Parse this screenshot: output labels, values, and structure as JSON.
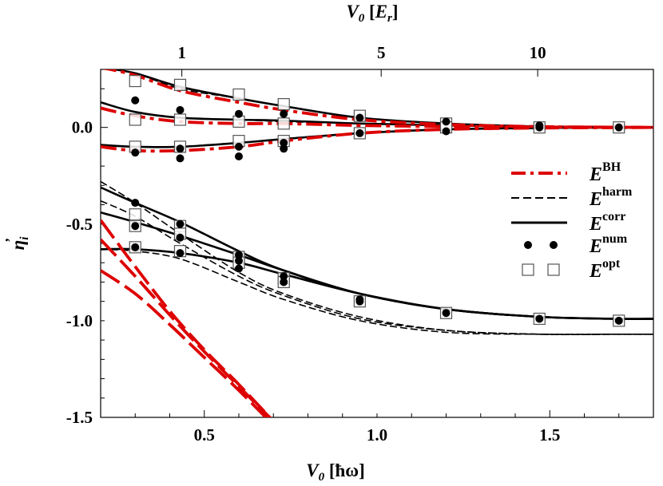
{
  "chart_data": {
    "type": "line",
    "title": "",
    "xlabel": "V",
    "xlabel_sub": "0",
    "xlabel_unit": " [ħω]",
    "ylabel": "η",
    "ylabel_sub": "i",
    "ylabel_prime": "’",
    "top_xlabel": "V",
    "top_xlabel_sub": "0",
    "top_xlabel_unit_open": " [",
    "top_xlabel_unit_var": "E",
    "top_xlabel_unit_sub": "r",
    "top_xlabel_unit_close": "]",
    "xlim": [
      0.2,
      1.8
    ],
    "ylim": [
      -1.5,
      0.3
    ],
    "x_ticks": [
      "0.5",
      "1.0",
      "1.5"
    ],
    "y_ticks": [
      "0.0",
      "-0.5",
      "-1.0",
      "-1.5"
    ],
    "top_ticks": [
      {
        "label": "1",
        "x": 0.435
      },
      {
        "label": "5",
        "x": 1.012
      },
      {
        "label": "10",
        "x": 1.465
      }
    ],
    "grid": false,
    "legend_position": "right-middle",
    "legend": [
      {
        "base": "E",
        "sup": "BH",
        "style": "red-dashdot"
      },
      {
        "base": "E",
        "sup": "harm",
        "style": "black-dashed"
      },
      {
        "base": "E",
        "sup": "corr",
        "style": "black-solid"
      },
      {
        "base": "E",
        "sup": "num",
        "style": "filled-dot"
      },
      {
        "base": "E",
        "sup": "opt",
        "style": "open-square"
      }
    ],
    "colors": {
      "bh": "#dd0000",
      "black": "#000000"
    },
    "series": [
      {
        "group": "corr",
        "x": [
          0.2,
          0.3,
          0.43,
          0.6,
          0.73,
          0.95,
          1.2,
          1.47,
          1.7,
          1.8
        ],
        "y": [
          0.31,
          0.28,
          0.21,
          0.15,
          0.11,
          0.05,
          0.02,
          0.005,
          0.002,
          0.0
        ]
      },
      {
        "group": "corr",
        "x": [
          0.2,
          0.3,
          0.43,
          0.6,
          0.73,
          0.95,
          1.2,
          1.47,
          1.7,
          1.8
        ],
        "y": [
          0.13,
          0.08,
          0.05,
          0.04,
          0.035,
          0.02,
          0.01,
          0.003,
          0.001,
          0.0
        ]
      },
      {
        "group": "corr",
        "x": [
          0.2,
          0.3,
          0.43,
          0.6,
          0.73,
          0.95,
          1.2,
          1.47,
          1.7,
          1.8
        ],
        "y": [
          -0.09,
          -0.1,
          -0.1,
          -0.08,
          -0.06,
          -0.03,
          -0.01,
          -0.003,
          -0.001,
          0.0
        ]
      },
      {
        "group": "harm",
        "x": [
          0.2,
          0.3,
          0.43,
          0.6,
          0.73,
          0.95,
          1.2,
          1.47,
          1.7,
          1.8
        ],
        "y": [
          0.31,
          0.28,
          0.2,
          0.15,
          0.11,
          0.05,
          0.02,
          0.005,
          0.002,
          0.0
        ]
      },
      {
        "group": "harm",
        "x": [
          0.2,
          0.3,
          0.43,
          0.6,
          0.73,
          0.95,
          1.2,
          1.47,
          1.7,
          1.8
        ],
        "y": [
          0.13,
          0.08,
          0.05,
          0.04,
          0.03,
          0.02,
          0.01,
          0.003,
          0.001,
          0.0
        ]
      },
      {
        "group": "harm",
        "x": [
          0.2,
          0.3,
          0.43,
          0.6,
          0.73,
          0.95,
          1.2,
          1.47,
          1.7,
          1.8
        ],
        "y": [
          -0.09,
          -0.1,
          -0.1,
          -0.08,
          -0.06,
          -0.03,
          -0.01,
          -0.003,
          -0.001,
          0.0
        ]
      },
      {
        "group": "bh",
        "x": [
          0.2,
          0.3,
          0.43,
          0.6,
          0.73,
          0.95,
          1.2,
          1.47,
          1.7,
          1.8
        ],
        "y": [
          0.31,
          0.27,
          0.19,
          0.13,
          0.09,
          0.04,
          0.015,
          0.004,
          0.001,
          0.0
        ]
      },
      {
        "group": "bh",
        "x": [
          0.2,
          0.3,
          0.43,
          0.6,
          0.73,
          0.95,
          1.2,
          1.47,
          1.7,
          1.8
        ],
        "y": [
          0.1,
          0.06,
          0.03,
          0.02,
          0.02,
          0.01,
          0.005,
          0.002,
          0.001,
          0.0
        ]
      },
      {
        "group": "bh",
        "x": [
          0.2,
          0.3,
          0.43,
          0.6,
          0.73,
          0.95,
          1.2,
          1.47,
          1.7,
          1.8
        ],
        "y": [
          -0.1,
          -0.12,
          -0.12,
          -0.1,
          -0.07,
          -0.03,
          -0.01,
          -0.003,
          -0.001,
          0.0
        ]
      },
      {
        "group": "corr",
        "x": [
          0.2,
          0.3,
          0.43,
          0.6,
          0.73,
          0.95,
          1.2,
          1.47,
          1.7,
          1.8
        ],
        "y": [
          -0.31,
          -0.39,
          -0.49,
          -0.64,
          -0.74,
          -0.86,
          -0.94,
          -0.98,
          -0.99,
          -0.99
        ]
      },
      {
        "group": "corr",
        "x": [
          0.2,
          0.3,
          0.43,
          0.6,
          0.73,
          0.95,
          1.2,
          1.47,
          1.7,
          1.8
        ],
        "y": [
          -0.44,
          -0.49,
          -0.56,
          -0.66,
          -0.74,
          -0.86,
          -0.94,
          -0.98,
          -0.99,
          -0.99
        ]
      },
      {
        "group": "corr",
        "x": [
          0.2,
          0.3,
          0.43,
          0.6,
          0.73,
          0.95,
          1.2,
          1.47,
          1.7,
          1.8
        ],
        "y": [
          -0.63,
          -0.63,
          -0.65,
          -0.7,
          -0.76,
          -0.86,
          -0.94,
          -0.98,
          -0.99,
          -0.99
        ]
      },
      {
        "group": "harm",
        "x": [
          0.2,
          0.3,
          0.43,
          0.6,
          0.73,
          0.95,
          1.2,
          1.47,
          1.7,
          1.8
        ],
        "y": [
          -0.28,
          -0.39,
          -0.55,
          -0.75,
          -0.86,
          -0.98,
          -1.05,
          -1.07,
          -1.07,
          -1.07
        ]
      },
      {
        "group": "harm",
        "x": [
          0.2,
          0.3,
          0.43,
          0.6,
          0.73,
          0.95,
          1.2,
          1.47,
          1.7,
          1.8
        ],
        "y": [
          -0.38,
          -0.46,
          -0.6,
          -0.77,
          -0.87,
          -0.99,
          -1.05,
          -1.07,
          -1.07,
          -1.07
        ]
      },
      {
        "group": "harm",
        "x": [
          0.2,
          0.3,
          0.43,
          0.6,
          0.73,
          0.95,
          1.2,
          1.47,
          1.7,
          1.8
        ],
        "y": [
          -0.63,
          -0.64,
          -0.68,
          -0.8,
          -0.89,
          -1.0,
          -1.06,
          -1.07,
          -1.07,
          -1.07
        ]
      },
      {
        "group": "bh",
        "x": [
          0.2,
          0.3,
          0.4,
          0.5,
          0.6,
          0.7
        ],
        "y": [
          -0.48,
          -0.72,
          -0.95,
          -1.15,
          -1.33,
          -1.52
        ]
      },
      {
        "group": "bh",
        "x": [
          0.2,
          0.3,
          0.4,
          0.5,
          0.6,
          0.7
        ],
        "y": [
          -0.58,
          -0.77,
          -0.97,
          -1.16,
          -1.34,
          -1.52
        ]
      },
      {
        "group": "bh",
        "x": [
          0.2,
          0.3,
          0.4,
          0.5,
          0.6,
          0.7
        ],
        "y": [
          -0.74,
          -0.86,
          -1.02,
          -1.19,
          -1.36,
          -1.54
        ]
      }
    ],
    "points_num": [
      [
        0.3,
        0.14
      ],
      [
        0.3,
        -0.13
      ],
      [
        0.43,
        0.09
      ],
      [
        0.43,
        -0.11
      ],
      [
        0.43,
        -0.16
      ],
      [
        0.6,
        0.07
      ],
      [
        0.6,
        -0.1
      ],
      [
        0.6,
        -0.15
      ],
      [
        0.73,
        0.07
      ],
      [
        0.73,
        -0.08
      ],
      [
        0.73,
        -0.11
      ],
      [
        0.95,
        0.05
      ],
      [
        0.95,
        -0.03
      ],
      [
        1.2,
        0.03
      ],
      [
        1.2,
        -0.02
      ],
      [
        1.47,
        0.0
      ],
      [
        1.47,
        0.01
      ],
      [
        1.7,
        0.0
      ],
      [
        0.3,
        -0.39
      ],
      [
        0.3,
        -0.51
      ],
      [
        0.3,
        -0.62
      ],
      [
        0.43,
        -0.5
      ],
      [
        0.43,
        -0.57
      ],
      [
        0.43,
        -0.65
      ],
      [
        0.6,
        -0.66
      ],
      [
        0.6,
        -0.69
      ],
      [
        0.6,
        -0.73
      ],
      [
        0.73,
        -0.77
      ],
      [
        0.73,
        -0.8
      ],
      [
        0.95,
        -0.89
      ],
      [
        0.95,
        -0.9
      ],
      [
        1.2,
        -0.96
      ],
      [
        1.47,
        -0.99
      ],
      [
        1.7,
        -1.0
      ]
    ],
    "points_opt": [
      [
        0.3,
        0.24
      ],
      [
        0.3,
        0.04
      ],
      [
        0.3,
        -0.1
      ],
      [
        0.43,
        0.22
      ],
      [
        0.43,
        0.04
      ],
      [
        0.43,
        -0.1
      ],
      [
        0.6,
        0.17
      ],
      [
        0.6,
        0.03
      ],
      [
        0.6,
        -0.07
      ],
      [
        0.73,
        0.12
      ],
      [
        0.73,
        0.02
      ],
      [
        0.73,
        -0.07
      ],
      [
        0.95,
        0.06
      ],
      [
        0.95,
        -0.03
      ],
      [
        1.2,
        0.02
      ],
      [
        1.2,
        0.0
      ],
      [
        1.47,
        0.0
      ],
      [
        1.7,
        0.0
      ],
      [
        0.3,
        -0.45
      ],
      [
        0.3,
        -0.51
      ],
      [
        0.3,
        -0.62
      ],
      [
        0.43,
        -0.51
      ],
      [
        0.43,
        -0.55
      ],
      [
        0.43,
        -0.64
      ],
      [
        0.6,
        -0.67
      ],
      [
        0.6,
        -0.7
      ],
      [
        0.73,
        -0.78
      ],
      [
        0.73,
        -0.8
      ],
      [
        0.95,
        -0.9
      ],
      [
        1.2,
        -0.96
      ],
      [
        1.47,
        -0.99
      ],
      [
        1.7,
        -1.0
      ]
    ]
  }
}
